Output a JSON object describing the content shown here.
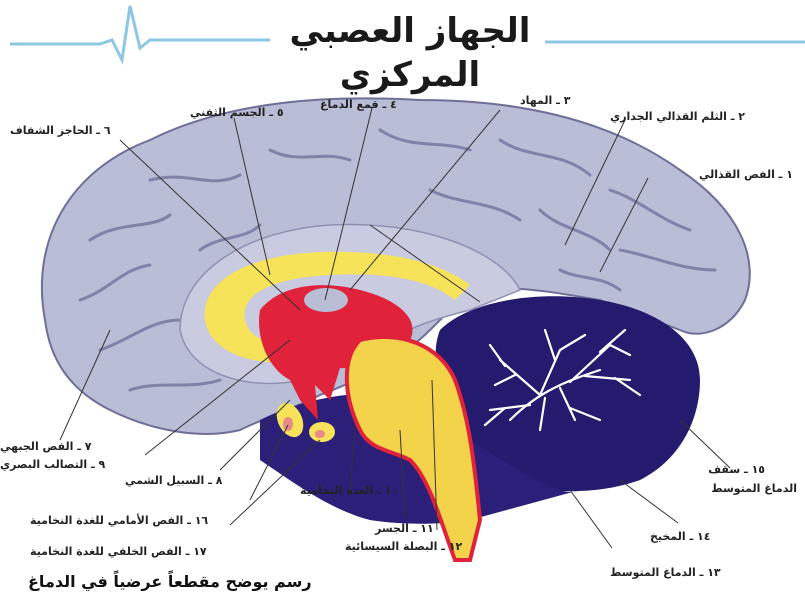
{
  "title": {
    "line1": "الجهاز العصبي",
    "line2": "المركزي"
  },
  "labels": {
    "l1": "١ ـ الفص القذالي",
    "l2": "٢ ـ الثلم القذالي الجداري",
    "l3": "٣ ـ المهاد",
    "l4": "٤ ـ قمع الدماغ",
    "l5": "٥ ـ الجسم الثفني",
    "l6": "٦ ـ الحاجز الشفاف",
    "l7": "٧ ـ الفص الجبهي",
    "l8": "٨ ـ السبيل الشمي",
    "l9": "٩ ـ التصالب البصري",
    "l10": "١٠ ـ الغدة النخامية",
    "l11": "١١ ـ الجسر",
    "l12": "١٢ ـ البصلة السيسائية",
    "l13": "١٣ ـ الدماغ المتوسط",
    "l14": "١٤ ـ المخيخ",
    "l15a": "١٥ ـ سقف",
    "l15b": "الدماغ المتوسط",
    "l16": "١٦ ـ الفص الأمامي للغدة النخامية",
    "l17": "١٧ ـ الفص الخلفي للغدة النخامية"
  },
  "caption": "رسم يوضح مقطعاً عرضياً في الدماغ",
  "colors": {
    "cortex": "#b9bdd6",
    "cortex_dark": "#6d6f98",
    "callosum": "#f6e35a",
    "thalamus": "#e0223a",
    "cerebellum": "#241a6e",
    "arbor": "#ffffff",
    "pulse_line": "#8ec7e4"
  }
}
